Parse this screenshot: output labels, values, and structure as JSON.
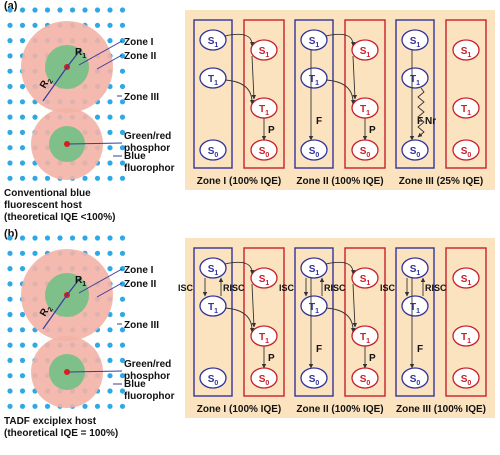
{
  "colors": {
    "dot": "#2fa8e6",
    "halo": "#f3b2a6",
    "core": "#7fbf8a",
    "emitter": "#d42020",
    "host": "#3a3aa0",
    "panel_bg": "#fbe3bf",
    "red_state": "#c8202a",
    "blue_state": "#333399",
    "arrow": "#333333",
    "text": "#111111"
  },
  "panels": [
    {
      "tag": "(a)",
      "zone_labels": {
        "z1": "Zone I",
        "z2": "Zone II",
        "z3": "Zone III"
      },
      "phosphor": "Green/red\nphosphor",
      "fluorophor": "Blue\nfluorophor",
      "r1": "R1",
      "r2": "R2",
      "caption": "Conventional blue\nfluorescent host\n(theoretical IQE <100%)",
      "zones": [
        {
          "caption": "Zone I (100% IQE)",
          "isc": "",
          "risc": "",
          "f": "",
          "nr": "",
          "p": "P"
        },
        {
          "caption": "Zone II (100% IQE)",
          "isc": "",
          "risc": "",
          "f": "F",
          "nr": "",
          "p": "P"
        },
        {
          "caption": "Zone III (25% IQE)",
          "isc": "",
          "risc": "",
          "f": "F",
          "nr": "Nr",
          "p": ""
        }
      ]
    },
    {
      "tag": "(b)",
      "zone_labels": {
        "z1": "Zone I",
        "z2": "Zone II",
        "z3": "Zone III"
      },
      "phosphor": "Green/red\nphosphor",
      "fluorophor": "Blue\nfluorophor",
      "r1": "R1",
      "r2": "R2",
      "caption": "TADF exciplex host\n(theoretical IQE = 100%)",
      "zones": [
        {
          "caption": "Zone I (100% IQE)",
          "isc": "ISC",
          "risc": "RISC",
          "f": "",
          "nr": "",
          "p": "P"
        },
        {
          "caption": "Zone II (100% IQE)",
          "isc": "ISC",
          "risc": "RISC",
          "f": "F",
          "nr": "",
          "p": "P"
        },
        {
          "caption": "Zone III (100% IQE)",
          "isc": "ISC",
          "risc": "RISC",
          "f": "F",
          "nr": "",
          "p": ""
        }
      ]
    }
  ],
  "states": {
    "s1": "S1",
    "t1": "T1",
    "s0": "S0"
  }
}
